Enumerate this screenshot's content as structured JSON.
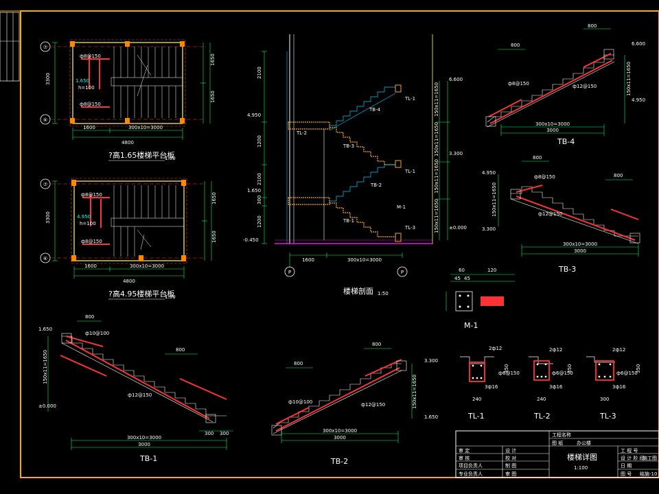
{
  "colors": {
    "background": "#000000",
    "frame": "#ffaa00",
    "dimension": "#00ff66",
    "stair": "#00ccff",
    "rebar": "#ff3333",
    "text": "#ffffff",
    "highlight": "#ff00ff",
    "wall": "#ffff66"
  },
  "plans": {
    "upper": {
      "title": "?高1.65楼梯平台板",
      "scale": "1:50",
      "axis_top": "⑦",
      "axis_bottom": "⑥",
      "dims": {
        "d1": "1600",
        "d2": "300x10=3000",
        "total": "4800",
        "height": "3300",
        "h1": "1650",
        "h2": "1650"
      },
      "labels": {
        "rebar1": "ф8@150",
        "rebar2": "ф8@150",
        "elev": "1.650",
        "thick": "h=100"
      }
    },
    "lower": {
      "title": "?高4.95楼梯平台板",
      "scale": "1:50",
      "axis_top": "⑦",
      "axis_bottom": "⑥",
      "dims": {
        "d1": "1600",
        "d2": "300x10=3000",
        "total": "4800",
        "height": "3300",
        "h1": "1650",
        "h2": "1650"
      },
      "labels": {
        "rebar1": "ф8@150",
        "rebar2": "ф8@150",
        "elev": "4.950",
        "thick": "h=100"
      }
    }
  },
  "section": {
    "title": "楼梯剖面",
    "scale": "1:50",
    "axis_left": "P",
    "axis_right": "P",
    "elevations": [
      "6.600",
      "4.950",
      "3.300",
      "1.650",
      "±0.000",
      "-0.450"
    ],
    "left_dims": [
      "2100",
      "1200",
      "2100",
      "300",
      "1200"
    ],
    "right_dims": [
      "150x11=1650",
      "150x11=1650",
      "150x11=1650",
      "150x11=1650"
    ],
    "bottom_dims": [
      "1600",
      "300x10=3000"
    ],
    "labels": [
      "TL-1",
      "TB-4",
      "TB-3",
      "TL-2",
      "TB-2",
      "TL-1",
      "TB-1",
      "TL-3",
      "M-1"
    ]
  },
  "details": {
    "tb4": {
      "name": "TB-4",
      "top": "800",
      "left": "800",
      "elev_top": "6.600",
      "elev_bot": "4.950",
      "rebar_a": "ф8@150",
      "rebar_b": "ф12@150",
      "dim": "300x10=3000",
      "total": "3000",
      "vert": "150x11=1650"
    },
    "tb3": {
      "name": "TB-3",
      "top": "800",
      "right": "800",
      "elev_top": "4.950",
      "elev_bot": "3.300",
      "rebar_a": "ф8@150",
      "rebar_b": "ф12@150",
      "dim": "300x10=3000",
      "total": "3000",
      "vert": "150x11=1650"
    },
    "tb1": {
      "name": "TB-1",
      "top": "800",
      "mid": "800",
      "elev_top": "1.650",
      "elev_bot": "±0.000",
      "rebar_a": "ф10@100",
      "rebar_b": "ф12@150",
      "dim": "300x10=3000",
      "total": "3000",
      "vert": "150x11=1650",
      "end1": "300",
      "end2": "300"
    },
    "tb2": {
      "name": "TB-2",
      "top": "800",
      "left": "800",
      "elev_top": "3.300",
      "elev_bot": "1.650",
      "rebar_a": "ф10@100",
      "rebar_b": "ф12@150",
      "dim": "300x10=3000",
      "total": "3000",
      "vert": "150x11=1650"
    }
  },
  "beams": {
    "m1": {
      "name": "M-1",
      "w1": "60",
      "w2": "120",
      "d1": "45",
      "d2": "45"
    },
    "tl1": {
      "name": "TL-1",
      "top": "2ф12",
      "bot": "3ф16",
      "width": "240",
      "depth": "350",
      "stir": "ф6@150"
    },
    "tl2": {
      "name": "TL-2",
      "top": "2ф12",
      "bot": "3ф16",
      "width": "240",
      "depth": "350",
      "stir": "ф6@150"
    },
    "tl3": {
      "name": "TL-3",
      "top": "2ф12",
      "bot": "3ф16",
      "width": "300",
      "depth": "350",
      "stir": "ф6@150"
    }
  },
  "title_block": {
    "project_label": "工程名称",
    "project_name": "办公楼",
    "drawing_label": "图 纸",
    "drawing_name": "楼梯详图",
    "scale": "1:100",
    "rows": [
      "审 定",
      "审 核",
      "项目负责人",
      "专业负责人"
    ],
    "rows2": [
      "设 计",
      "校 对",
      "制 图",
      "审 图"
    ],
    "right_labels": [
      "工 程 号",
      "设 计 阶 段",
      "日 期",
      "图 号"
    ],
    "right_values": [
      "",
      "施工图",
      "",
      "结施-10"
    ]
  }
}
